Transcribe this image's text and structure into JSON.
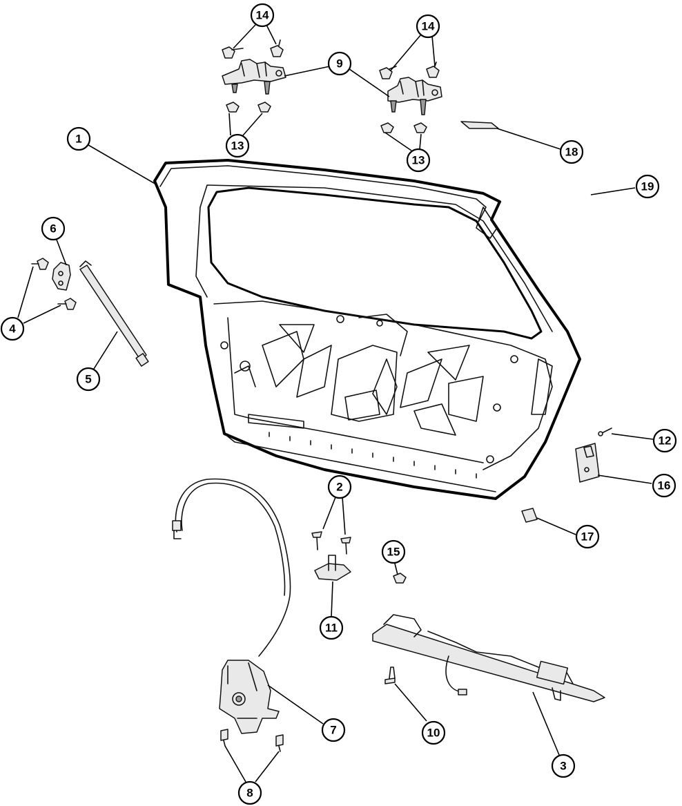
{
  "callouts": [
    {
      "id": "1",
      "label": "1"
    },
    {
      "id": "2",
      "label": "2"
    },
    {
      "id": "3",
      "label": "3"
    },
    {
      "id": "4",
      "label": "4"
    },
    {
      "id": "5",
      "label": "5"
    },
    {
      "id": "6",
      "label": "6"
    },
    {
      "id": "7",
      "label": "7"
    },
    {
      "id": "8",
      "label": "8"
    },
    {
      "id": "9a",
      "label": "9"
    },
    {
      "id": "10",
      "label": "10"
    },
    {
      "id": "11",
      "label": "11"
    },
    {
      "id": "12",
      "label": "12"
    },
    {
      "id": "13a",
      "label": "13"
    },
    {
      "id": "13b",
      "label": "13"
    },
    {
      "id": "14a",
      "label": "14"
    },
    {
      "id": "14b",
      "label": "14"
    },
    {
      "id": "15",
      "label": "15"
    },
    {
      "id": "16",
      "label": "16"
    },
    {
      "id": "17",
      "label": "17"
    },
    {
      "id": "18",
      "label": "18"
    },
    {
      "id": "19",
      "label": "19"
    }
  ]
}
